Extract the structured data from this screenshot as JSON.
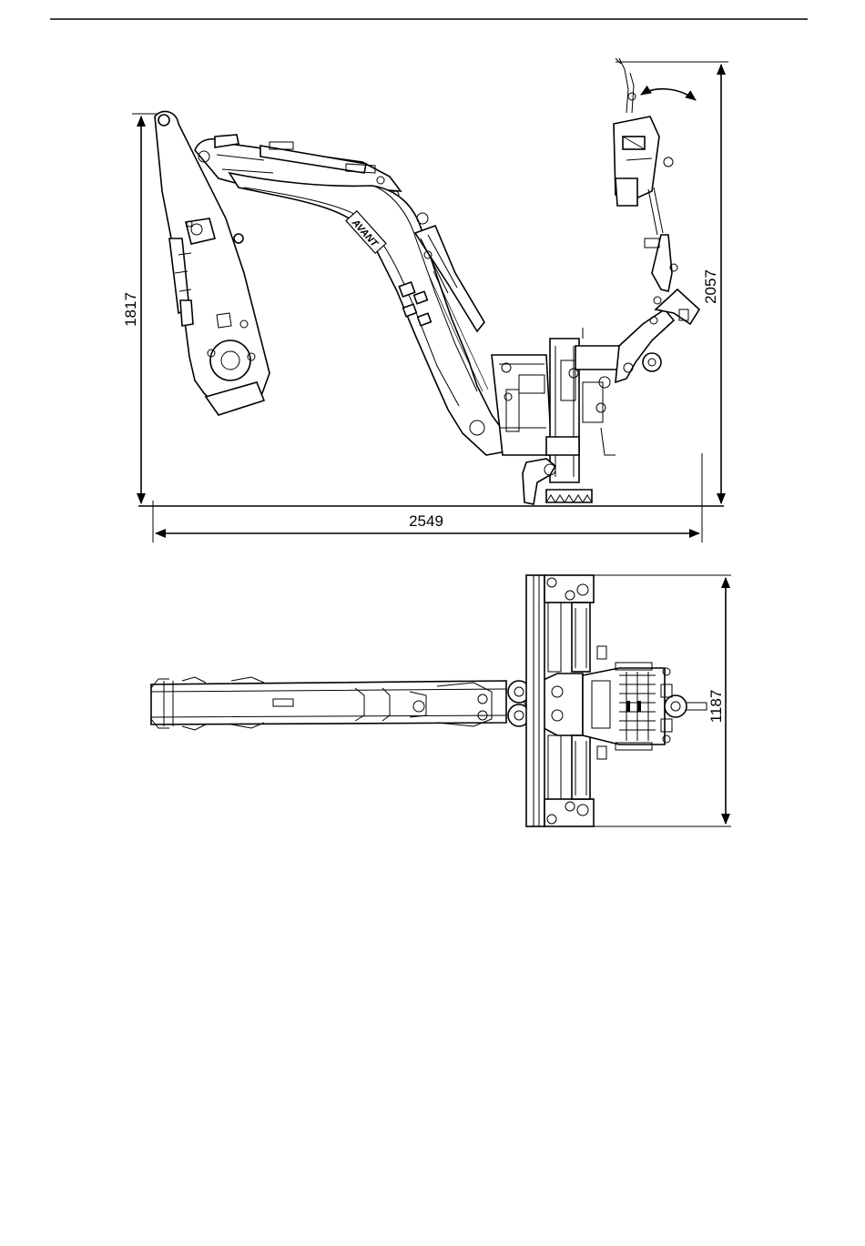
{
  "dimensions": {
    "height_left": "1817",
    "height_right": "2057",
    "width_side": "2549",
    "width_top": "1187"
  },
  "logo": {
    "text": "AVANT"
  }
}
